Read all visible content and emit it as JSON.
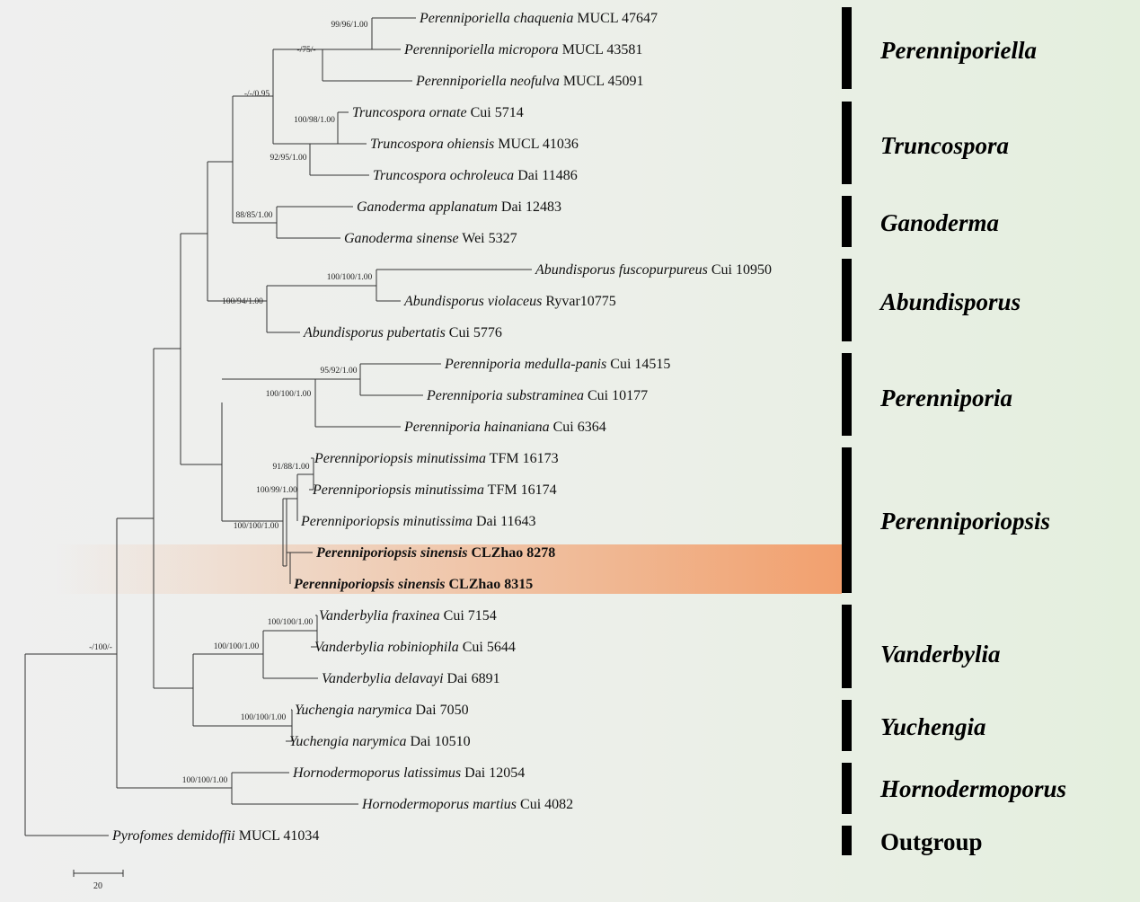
{
  "tree": {
    "highlight_color": "#f2a06e",
    "taxa": [
      {
        "genus_species": "Perenniporiella chaquenia",
        "voucher": "MUCL 47647",
        "bold": false
      },
      {
        "genus_species": "Perenniporiella micropora",
        "voucher": "MUCL 43581",
        "bold": false
      },
      {
        "genus_species": "Perenniporiella neofulva",
        "voucher": "MUCL 45091",
        "bold": false
      },
      {
        "genus_species": "Truncospora ornate",
        "voucher": "Cui 5714",
        "bold": false
      },
      {
        "genus_species": "Truncospora ohiensis",
        "voucher": "MUCL 41036",
        "bold": false
      },
      {
        "genus_species": "Truncospora ochroleuca",
        "voucher": "Dai 11486",
        "bold": false
      },
      {
        "genus_species": "Ganoderma applanatum",
        "voucher": "Dai 12483",
        "bold": false
      },
      {
        "genus_species": "Ganoderma sinense",
        "voucher": "Wei 5327",
        "bold": false
      },
      {
        "genus_species": "Abundisporus fuscopurpureus",
        "voucher": "Cui 10950",
        "bold": false
      },
      {
        "genus_species": "Abundisporus violaceus",
        "voucher": "Ryvar10775",
        "bold": false
      },
      {
        "genus_species": "Abundisporus pubertatis",
        "voucher": "Cui 5776",
        "bold": false
      },
      {
        "genus_species": "Perenniporia medulla-panis",
        "voucher": "Cui 14515",
        "bold": false
      },
      {
        "genus_species": "Perenniporia substraminea",
        "voucher": "Cui 10177",
        "bold": false
      },
      {
        "genus_species": "Perenniporia hainaniana",
        "voucher": "Cui 6364",
        "bold": false
      },
      {
        "genus_species": "Perenniporiopsis minutissima",
        "voucher": "TFM 16173",
        "bold": false
      },
      {
        "genus_species": "Perenniporiopsis minutissima",
        "voucher": "TFM 16174",
        "bold": false
      },
      {
        "genus_species": "Perenniporiopsis minutissima",
        "voucher": "Dai 11643",
        "bold": false
      },
      {
        "genus_species": "Perenniporiopsis sinensis",
        "voucher": "CLZhao 8278",
        "bold": true
      },
      {
        "genus_species": "Perenniporiopsis sinensis",
        "voucher": "CLZhao 8315",
        "bold": true
      },
      {
        "genus_species": "Vanderbylia fraxinea",
        "voucher": "Cui 7154",
        "bold": false
      },
      {
        "genus_species": "Vanderbylia robiniophila",
        "voucher": "Cui 5644",
        "bold": false
      },
      {
        "genus_species": "Vanderbylia delavayi",
        "voucher": "Dai 6891",
        "bold": false
      },
      {
        "genus_species": "Yuchengia narymica",
        "voucher": "Dai 7050",
        "bold": false
      },
      {
        "genus_species": "Yuchengia narymica",
        "voucher": "Dai 10510",
        "bold": false
      },
      {
        "genus_species": "Hornodermoporus latissimus",
        "voucher": "Dai 12054",
        "bold": false
      },
      {
        "genus_species": "Hornodermoporus martius",
        "voucher": "Cui 4082",
        "bold": false
      },
      {
        "genus_species": "Pyrofomes demidoffii",
        "voucher": "MUCL 41034",
        "bold": false
      }
    ],
    "support_values": [
      "99/96/1.00",
      "-/75/-",
      "100/98/1.00",
      "92/95/1.00",
      "-/-/0.95",
      "88/85/1.00",
      "100/100/1.00",
      "100/94/1.00",
      "95/92/1.00",
      "100/100/1.00",
      "91/88/1.00",
      "100/99/1.00",
      "100/100/1.00",
      "100/100/1.00",
      "100/100/1.00",
      "100/100/1.00",
      "100/100/1.00",
      "-/100/-"
    ],
    "clades": [
      {
        "name": "Perenniporiella",
        "bold_roman": false
      },
      {
        "name": "Truncospora",
        "bold_roman": false
      },
      {
        "name": "Ganoderma",
        "bold_roman": false
      },
      {
        "name": "Abundisporus",
        "bold_roman": false
      },
      {
        "name": "Perenniporia",
        "bold_roman": false
      },
      {
        "name": "Perenniporiopsis",
        "bold_roman": false
      },
      {
        "name": "Vanderbylia",
        "bold_roman": false
      },
      {
        "name": "Yuchengia",
        "bold_roman": false
      },
      {
        "name": "Hornodermoporus",
        "bold_roman": false
      },
      {
        "name": "Outgroup",
        "bold_roman": true
      }
    ],
    "scale_bar_label": "20"
  }
}
